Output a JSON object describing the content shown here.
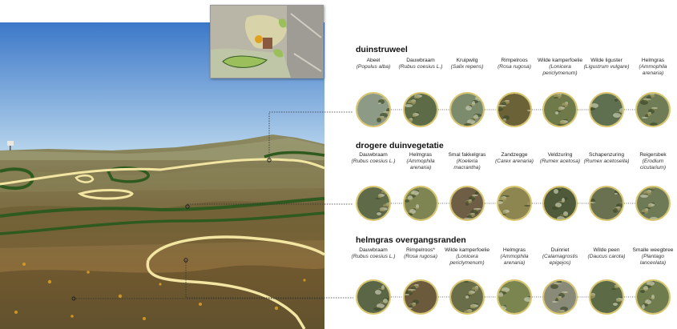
{
  "sections": [
    {
      "title": "duinstruweel",
      "plants": [
        {
          "common": "Abeel",
          "latin": "(Populus alba)",
          "color": "#8c9a86"
        },
        {
          "common": "Dauwbraam",
          "latin": "(Rubus coesius L.)",
          "color": "#5d6b46"
        },
        {
          "common": "Kruipwilg",
          "latin": "(Salix repens)",
          "color": "#7b8b6c"
        },
        {
          "common": "Rimpelroos",
          "latin": "(Rosa rugosa)",
          "color": "#6b6238"
        },
        {
          "common": "Wilde kamperfoelie",
          "latin": "(Lonicera periclymenum)",
          "color": "#6e7a4a"
        },
        {
          "common": "Wilde liguster",
          "latin": "(Ligustrum vulgare)",
          "color": "#5f7050"
        },
        {
          "common": "Helmgras",
          "latin": "(Ammophila arenaria)",
          "color": "#6f7c55"
        }
      ]
    },
    {
      "title": "drogere duinvegetatie",
      "plants": [
        {
          "common": "Dauwbraam",
          "latin": "(Rubus coesius L.)",
          "color": "#5e6a48"
        },
        {
          "common": "Helmgras",
          "latin": "(Ammophila arenaria)",
          "color": "#7e8452"
        },
        {
          "common": "Smal fakkelgras",
          "latin": "(Koeleria macrantha)",
          "color": "#6d5e45"
        },
        {
          "common": "Zandzegge",
          "latin": "(Carex arenaria)",
          "color": "#8e8650"
        },
        {
          "common": "Veldzuring",
          "latin": "(Rumex acetosa)",
          "color": "#4f5a3a"
        },
        {
          "common": "Schapenzuring",
          "latin": "(Rumex acetosella)",
          "color": "#6a7150"
        },
        {
          "common": "Reigersbek",
          "latin": "(Erodium cicutarium)",
          "color": "#6e7a55"
        }
      ]
    },
    {
      "title": "helmgras overgangsranden",
      "plants": [
        {
          "common": "Dauwbraam",
          "latin": "(Rubus coesius L.)",
          "color": "#5b6646"
        },
        {
          "common": "Rimpelroos*",
          "latin": "(Rosa rugosa)",
          "color": "#6b5a3c"
        },
        {
          "common": "Wilde kamperfoelie",
          "latin": "(Lonicera periclymenum)",
          "color": "#6a6e48"
        },
        {
          "common": "Helmgras",
          "latin": "(Ammophila arenaria)",
          "color": "#7a8550"
        },
        {
          "common": "Duinriet",
          "latin": "(Calamagrostis epigejos)",
          "color": "#8a8a78"
        },
        {
          "common": "Wilde peen",
          "latin": "(Daucus carota)",
          "color": "#5d6a46"
        },
        {
          "common": "Smalle weegbree",
          "latin": "(Plantago lanceolata)",
          "color": "#6e7c4e"
        }
      ]
    }
  ],
  "colors": {
    "zone_dark_green": "#2f5a1f",
    "zone_light_green": "#7fa35a",
    "zone_cream": "#f3e6a2",
    "circle_border": "#d8c46a",
    "sky_top": "#3c78c8",
    "sky_bottom": "#a9cbe8"
  }
}
